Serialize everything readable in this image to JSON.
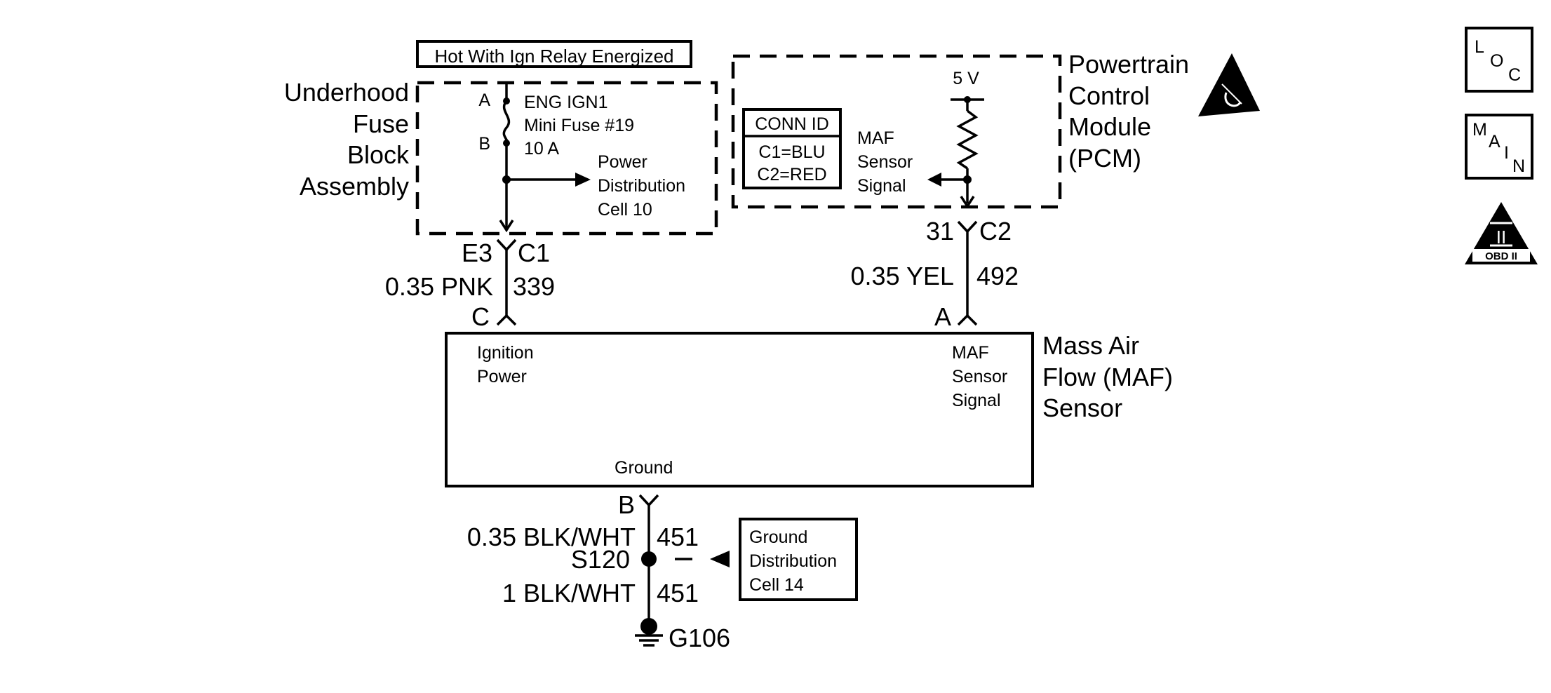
{
  "fuse_block": {
    "header": "Hot With Ign Relay Energized",
    "name_lines": [
      "Underhood",
      "Fuse",
      "Block",
      "Assembly"
    ],
    "terminal_a": "A",
    "terminal_b": "B",
    "fuse_lines": [
      "ENG IGN1",
      "Mini Fuse #19",
      "10 A"
    ],
    "power_dist_lines": [
      "Power",
      "Distribution",
      "Cell 10"
    ]
  },
  "pcm": {
    "name_lines": [
      "Powertrain",
      "Control",
      "Module",
      "(PCM)"
    ],
    "voltage": "5 V",
    "conn_id": {
      "title": "CONN ID",
      "lines": [
        "C1=BLU",
        "C2=RED"
      ]
    },
    "signal_lines": [
      "MAF",
      "Sensor",
      "Signal"
    ]
  },
  "circuits": {
    "ignition": {
      "conn_pin": "E3",
      "conn_id": "C1",
      "wire": "0.35 PNK",
      "number": "339",
      "sensor_pin": "C"
    },
    "signal": {
      "conn_pin": "31",
      "conn_id": "C2",
      "wire": "0.35 YEL",
      "number": "492",
      "sensor_pin": "A"
    },
    "ground_upper": {
      "sensor_pin": "B",
      "wire": "0.35 BLK/WHT",
      "number": "451"
    },
    "splice": "S120",
    "ground_lower": {
      "wire": "1 BLK/WHT",
      "number": "451"
    },
    "ground_point": "G106"
  },
  "maf_sensor": {
    "name_lines": [
      "Mass Air",
      "Flow (MAF)",
      "Sensor"
    ],
    "ignition_lines": [
      "Ignition",
      "Power"
    ],
    "signal_lines": [
      "MAF",
      "Sensor",
      "Signal"
    ],
    "ground_label": "Ground"
  },
  "ground_dist": {
    "lines": [
      "Ground",
      "Distribution",
      "Cell 14"
    ]
  },
  "side_icons": {
    "loc": [
      "L",
      "O",
      "C"
    ],
    "main": [
      "M",
      "A",
      "I",
      "N"
    ],
    "obd": {
      "numeral": "II",
      "label": "OBD II"
    }
  }
}
